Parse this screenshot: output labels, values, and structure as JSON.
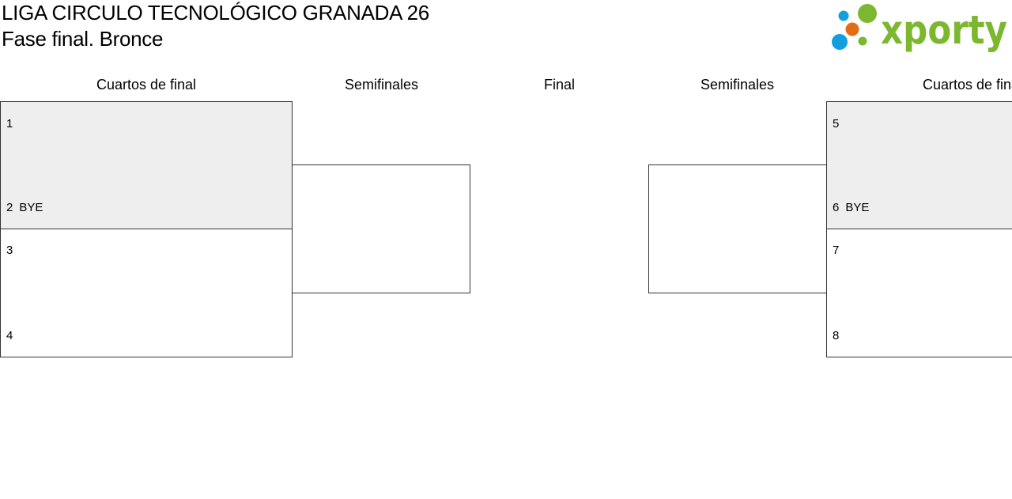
{
  "header": {
    "title": "LIGA CIRCULO TECNOLÓGICO GRANADA 26",
    "subtitle": "Fase final. Bronce"
  },
  "logo": {
    "text": "xporty",
    "colors": {
      "green": "#7cb82f",
      "blue": "#139fde",
      "orange": "#e36d14"
    }
  },
  "rounds": {
    "left_quarters": "Cuartos de final",
    "left_semis": "Semifinales",
    "final": "Final",
    "right_semis": "Semifinales",
    "right_quarters": "Cuartos de final"
  },
  "matches": {
    "left_qf1": {
      "top": {
        "seed": "1",
        "team": ""
      },
      "bottom": {
        "seed": "2",
        "team": "BYE"
      }
    },
    "left_qf2": {
      "top": {
        "seed": "3",
        "team": ""
      },
      "bottom": {
        "seed": "4",
        "team": ""
      }
    },
    "right_qf1": {
      "top": {
        "seed": "5",
        "team": ""
      },
      "bottom": {
        "seed": "6",
        "team": "BYE"
      }
    },
    "right_qf2": {
      "top": {
        "seed": "7",
        "team": ""
      },
      "bottom": {
        "seed": "8",
        "team": ""
      }
    }
  },
  "colors": {
    "bye_match_background": "#eeeeee",
    "border": "#333333"
  }
}
